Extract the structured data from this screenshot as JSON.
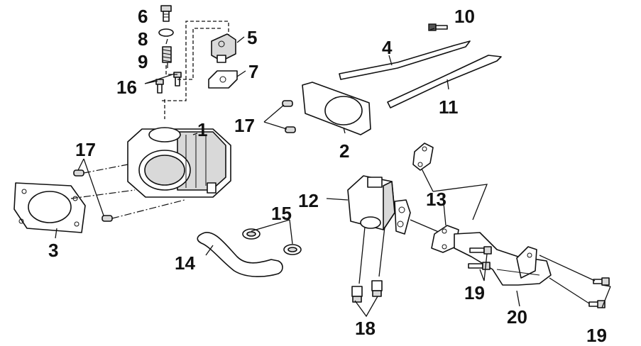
{
  "labels": {
    "p1": "1",
    "p2": "2",
    "p3": "3",
    "p4": "4",
    "p5": "5",
    "p6": "6",
    "p7": "7",
    "p8": "8",
    "p9": "9",
    "p10": "10",
    "p11": "11",
    "p12": "12",
    "p13": "13",
    "p14": "14",
    "p15": "15",
    "p16": "16",
    "p17a": "17",
    "p17b": "17",
    "p18": "18",
    "p19a": "19",
    "p19b": "19",
    "p20": "20"
  },
  "colors": {
    "ink": "#111111",
    "paper": "#ffffff",
    "shade": "#d9d9d9"
  }
}
